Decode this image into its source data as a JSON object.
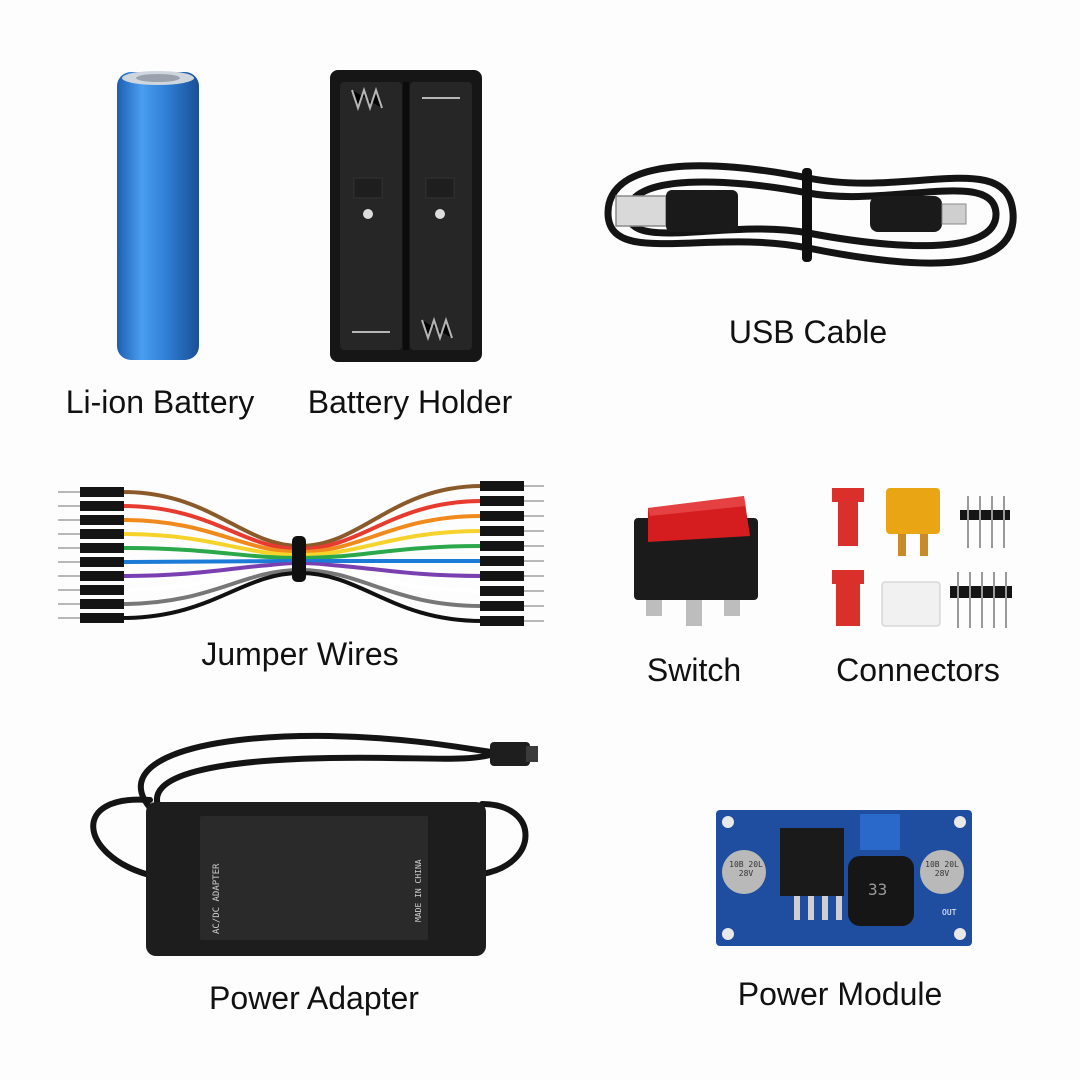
{
  "labels": {
    "battery": "Li-ion Battery",
    "holder": "Battery Holder",
    "usb": "USB Cable",
    "jumper": "Jumper Wires",
    "switch": "Switch",
    "connectors": "Connectors",
    "adapter": "Power Adapter",
    "module": "Power Module"
  },
  "adapter_text": {
    "header": "AC/DC ADAPTER",
    "made": "MADE IN CHINA"
  },
  "module_text": {
    "cap_left": "10B 20L 28V",
    "cap_right": "10B 20L 28V",
    "inductor": "33",
    "out": "OUT"
  },
  "colors": {
    "battery": "#2f7fd6",
    "plastic": "#1c1c1c",
    "switch_rocker": "#d51d1f",
    "xt_yellow": "#e9a514",
    "jst_red": "#d9302c",
    "pcb": "#1f4ea1",
    "wires": [
      "#8b5a2b",
      "#e83b2f",
      "#f08a1c",
      "#f5d32a",
      "#2aa84a",
      "#1d7bd8",
      "#7a3fb0",
      "#ffffff",
      "#777777",
      "#111111"
    ]
  }
}
